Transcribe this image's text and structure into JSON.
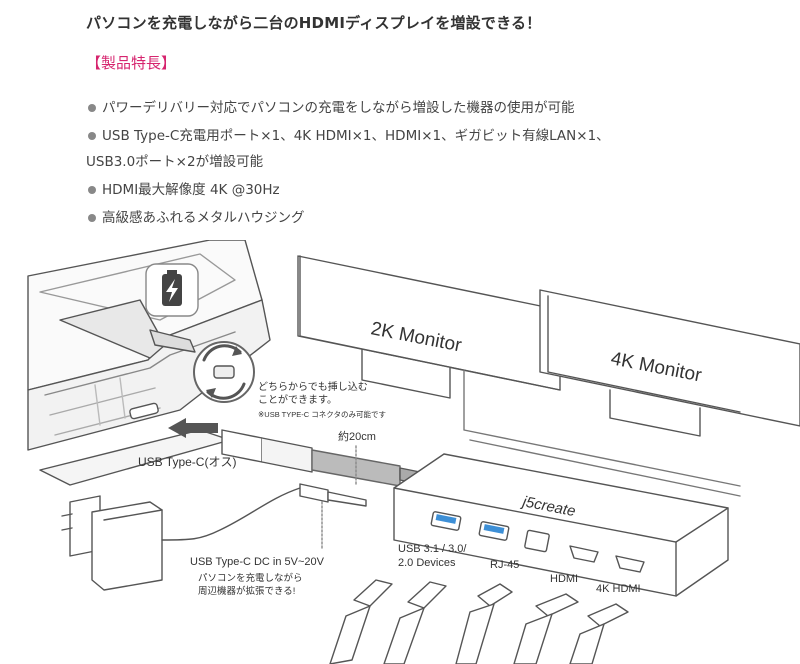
{
  "headline": "パソコンを充電しながら二台のHDMIディスプレイを増設できる！",
  "section_title": "【製品特長】",
  "features": [
    "パワーデリバリー対応でパソコンの充電をしながら増設した機器の使用が可能",
    "USB Type-C充電用ポート×1、4K HDMI×1、HDMI×1、ギガビット有線LAN×1、",
    "USB3.0ポート×2が増設可能",
    "HDMI最大解像度 4K @30Hz",
    "高級感あふれるメタルハウジング"
  ],
  "illustration": {
    "monitor_left_label": "2K Monitor",
    "monitor_right_label": "4K Monitor",
    "reversible_note_line1": "どちらからでも挿し込む",
    "reversible_note_line2": "ことができます。",
    "reversible_note_small": "※USB TYPE-C コネクタのみ可能です",
    "cable_length_label": "約20cm",
    "usb_c_male_label": "USB Type-C(オス)",
    "brand_logo": "j5create",
    "dc_input_label": "USB Type-C  DC in 5V~20V",
    "charging_note_line1": "パソコンを充電しながら",
    "charging_note_line2": "周辺機器が拡張できる!",
    "usb_devices_line1": "USB 3.1 / 3.0/",
    "usb_devices_line2": "2.0 Devices",
    "rj45_label": "RJ-45",
    "hdmi_label": "HDMI",
    "hdmi_4k_label": "4K HDMI"
  },
  "colors": {
    "section_title": "#d6246e",
    "usb_port_blue": "#3d8fd6",
    "line_art": "#555555"
  },
  "icons": [
    "battery-charging-icon",
    "rotate-arrows-icon",
    "insert-arrow-icon"
  ]
}
